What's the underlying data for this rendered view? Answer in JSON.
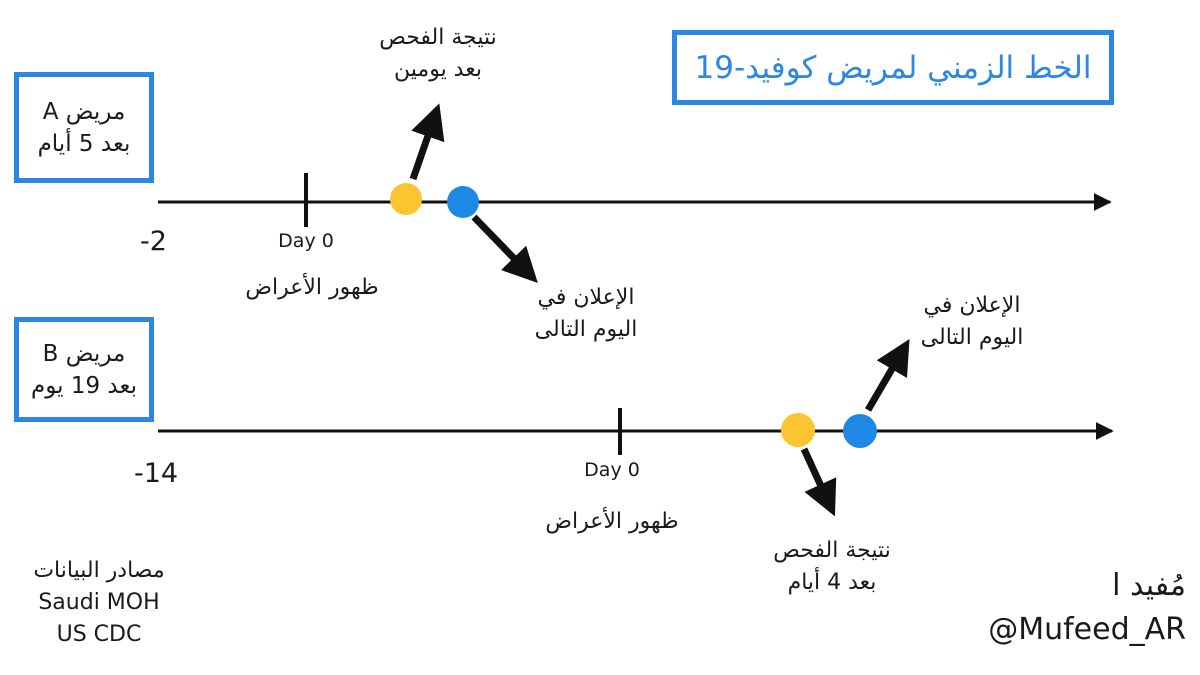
{
  "title": "الخط الزمني لمريض كوفيد-19",
  "patient_a": {
    "line1": "مريض  A",
    "line2": "بعد 5 أيام",
    "start_label": "-2",
    "day0": "Day 0",
    "symptoms": "ظهور الأعراض",
    "test_result": {
      "line1": "نتيجة الفحص",
      "line2": "بعد يومين"
    },
    "announcement": {
      "line1": "الإعلان في",
      "line2": "اليوم التالى"
    }
  },
  "patient_b": {
    "line1": "مريض  B",
    "line2": "بعد 19 يوم",
    "start_label": "-14",
    "day0": "Day 0",
    "symptoms": "ظهور الأعراض",
    "test_result": {
      "line1": "نتيجة الفحص",
      "line2": "بعد 4 أيام"
    },
    "announcement": {
      "line1": "الإعلان في",
      "line2": "اليوم التالى"
    }
  },
  "sources": {
    "heading": "مصادر البيانات",
    "items": [
      "Saudi MOH",
      "US CDC"
    ]
  },
  "brand": {
    "arabic": "مُفيد ا",
    "handle": "@Mufeed_AR"
  },
  "colors": {
    "accent_blue": "#2b86e6",
    "test_dot": "#fbc531",
    "announce_dot": "#1e88e5",
    "line": "#111111"
  }
}
